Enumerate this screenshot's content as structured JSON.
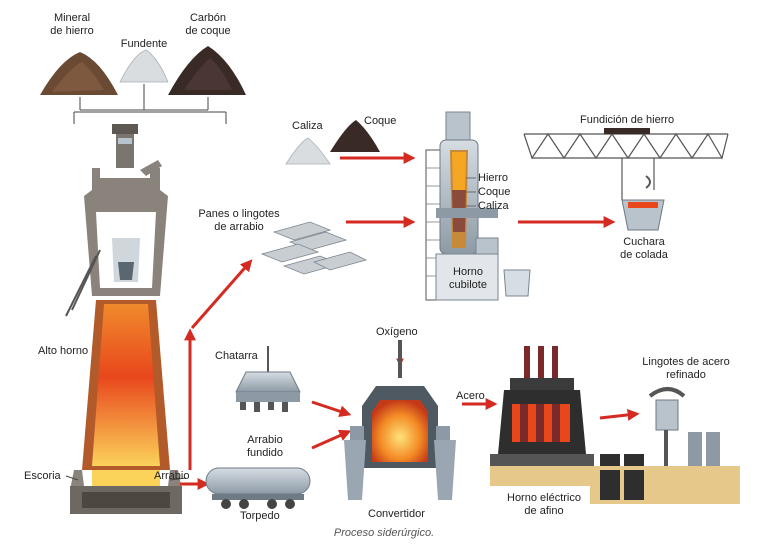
{
  "labels": {
    "mineral_line1": "Mineral",
    "mineral_line2": "de hierro",
    "fundente": "Fundente",
    "carbon_line1": "Carbón",
    "carbon_line2": "de coque",
    "caliza_top": "Caliza",
    "coque_top": "Coque",
    "fundicion": "Fundición de hierro",
    "panes_line1": "Panes o lingotes",
    "panes_line2": "de arrabio",
    "hierro": "Hierro",
    "coque_layer": "Coque",
    "caliza_layer": "Caliza",
    "cubilote_line1": "Horno",
    "cubilote_line2": "cubilote",
    "cuchara_line1": "Cuchara",
    "cuchara_line2": "de colada",
    "oxigeno": "Oxígeno",
    "lingotes_line1": "Lingotes de acero",
    "lingotes_line2": "refinado",
    "alto_horno": "Alto horno",
    "chatarra": "Chatarra",
    "acero": "Acero",
    "arrabio_fundido_line1": "Arrabio",
    "arrabio_fundido_line2": "fundido",
    "escoria": "Escoria",
    "arrabio": "Arrabio",
    "torpedo": "Torpedo",
    "convertidor": "Convertidor",
    "electrico_line1": "Horno eléctrico",
    "electrico_line2": "de afino"
  },
  "caption": "Proceso siderúrgico.",
  "colors": {
    "arrow": "#d42a22",
    "furnace_body": "#8a837c",
    "hot": "#f5a623",
    "molten": "#e8471c",
    "steel": "#b9c3cc",
    "ground": "#e6c98a",
    "ore": "#6b4a34",
    "coke": "#3a2a26",
    "flux": "#d9dde0"
  }
}
